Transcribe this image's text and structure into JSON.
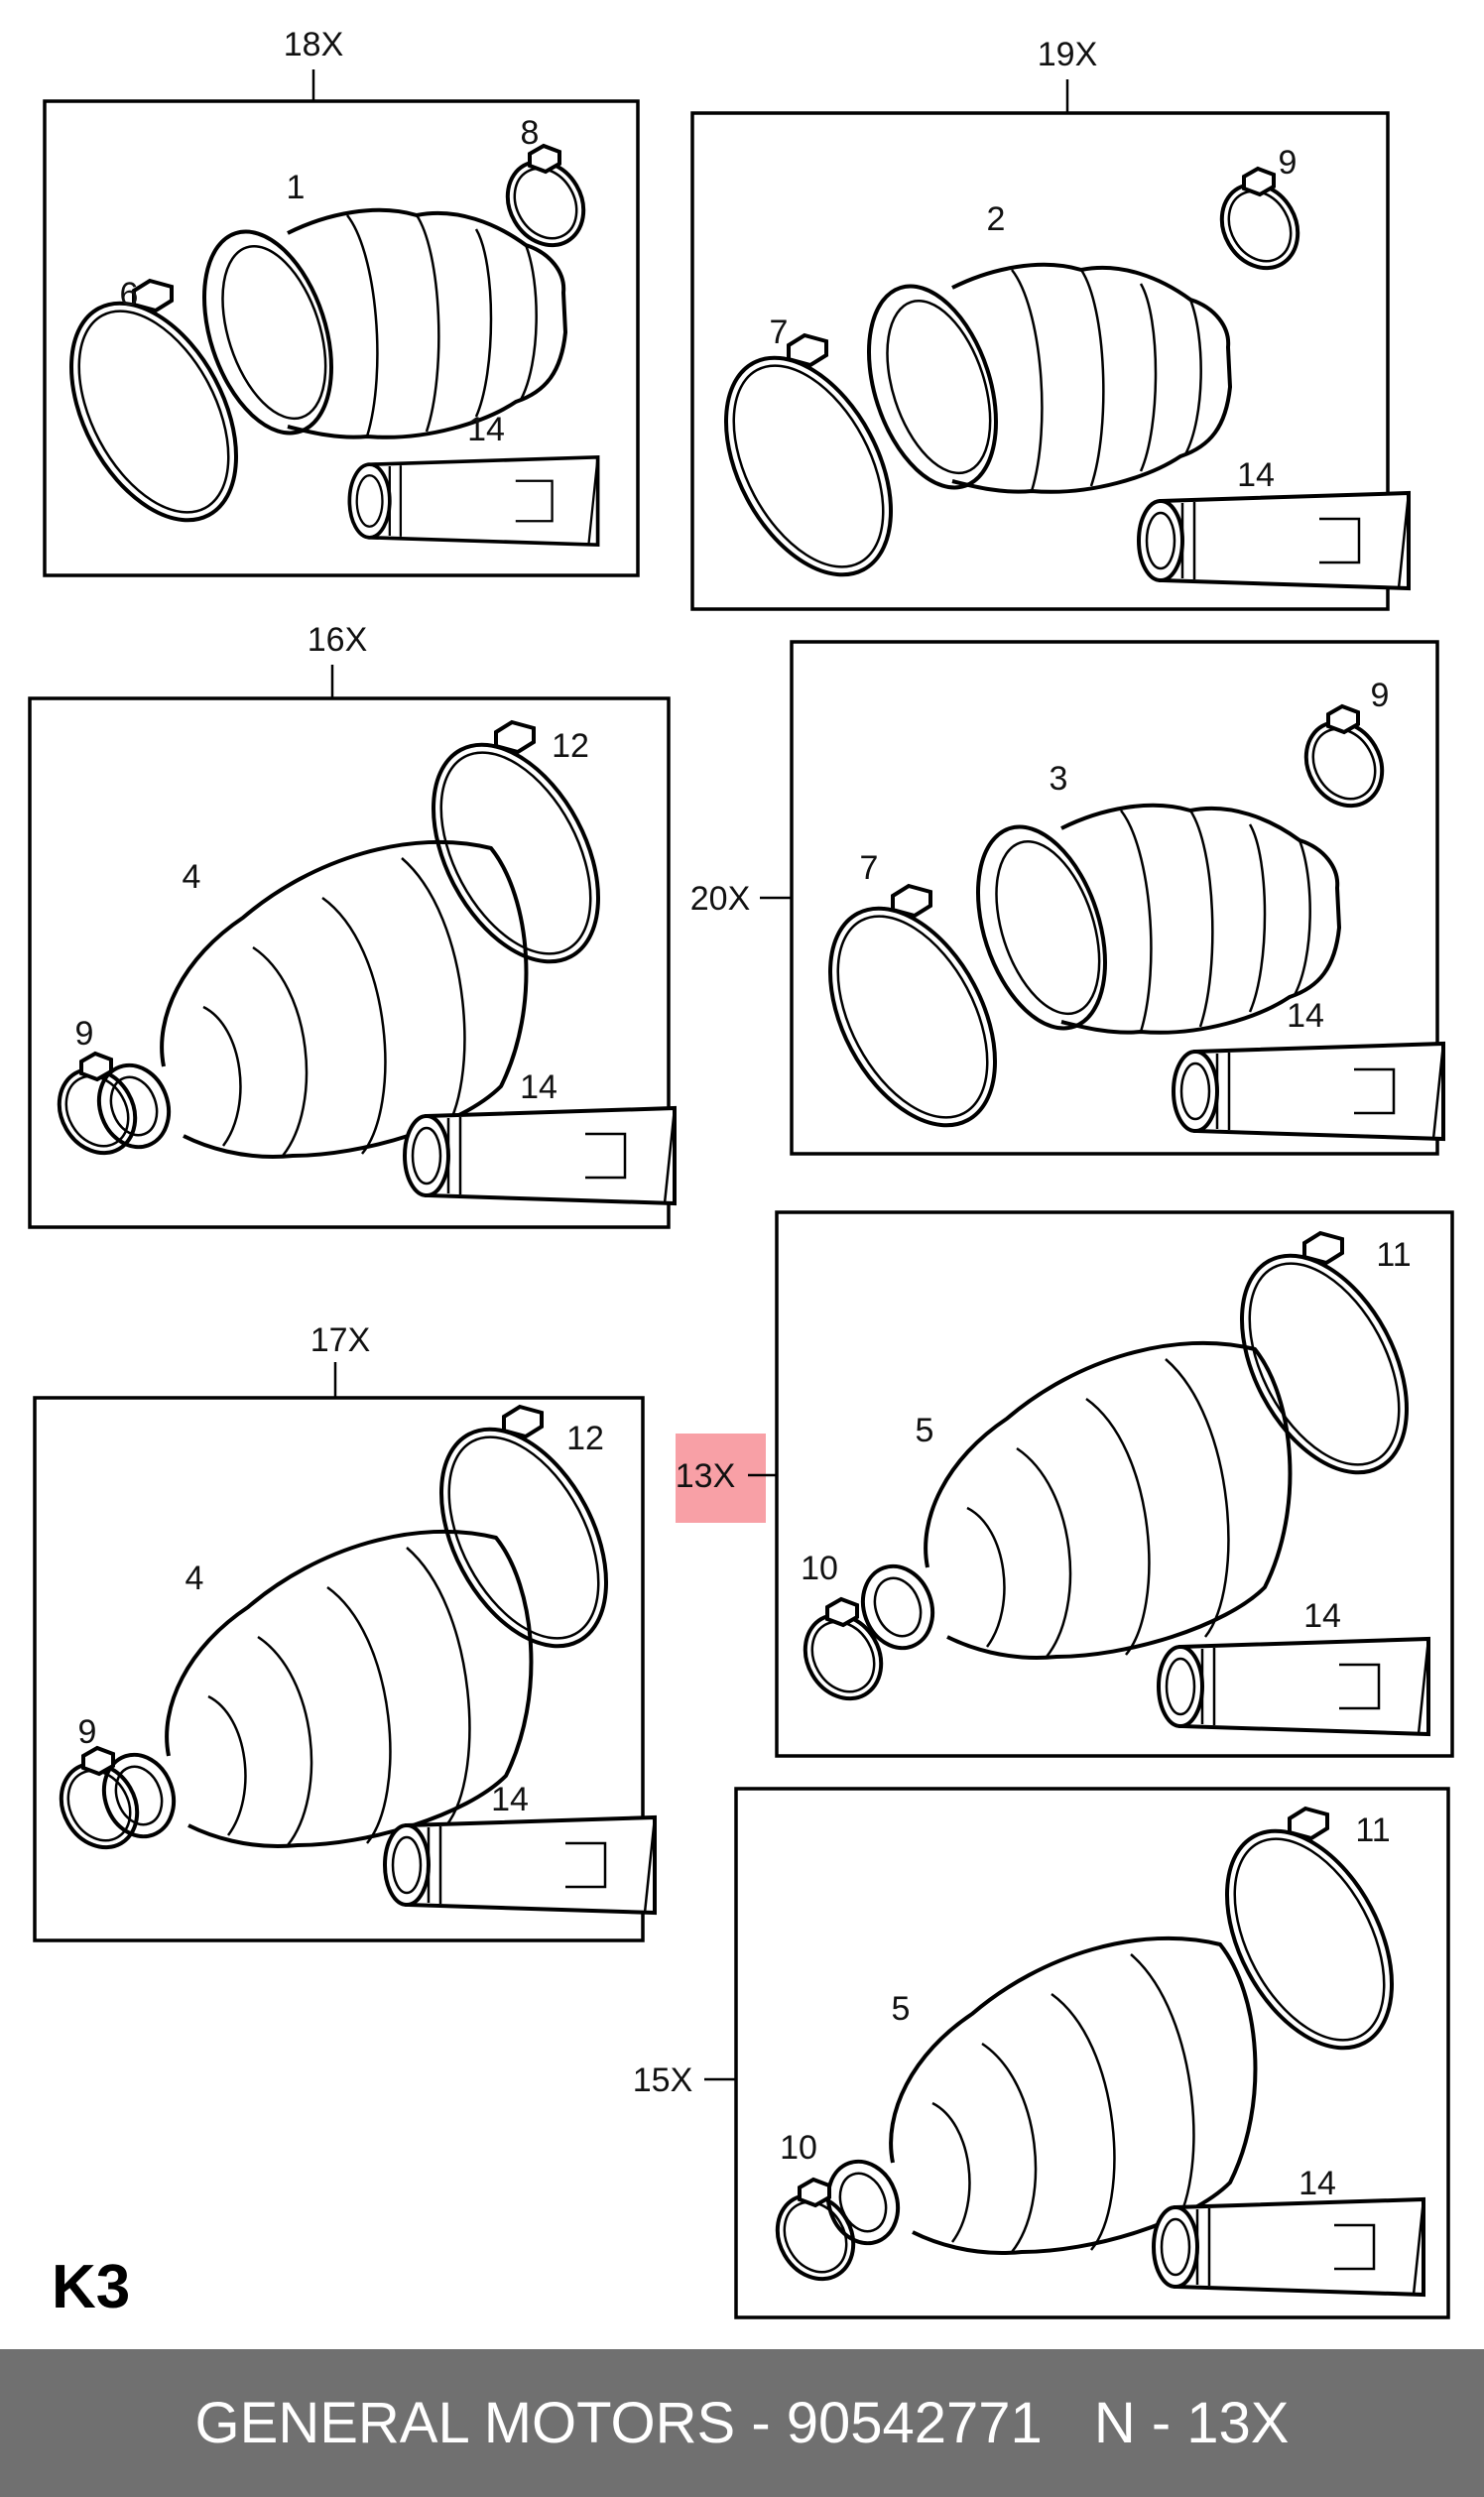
{
  "panels": [
    {
      "group": "18X",
      "parts": [
        "1",
        "8",
        "6",
        "14"
      ]
    },
    {
      "group": "19X",
      "parts": [
        "2",
        "9",
        "7",
        "14"
      ]
    },
    {
      "group": "16X",
      "parts": [
        "12",
        "4",
        "9",
        "14"
      ]
    },
    {
      "group": "20X",
      "parts": [
        "9",
        "3",
        "7",
        "14"
      ]
    },
    {
      "group": "13X",
      "parts": [
        "11",
        "5",
        "10",
        "14"
      ],
      "highlighted": true
    },
    {
      "group": "17X",
      "parts": [
        "12",
        "4",
        "9",
        "14"
      ]
    },
    {
      "group": "15X",
      "parts": [
        "11",
        "5",
        "10",
        "14"
      ]
    }
  ],
  "page_code": "K3",
  "footer": {
    "brand": "GENERAL MOTORS",
    "separator": " - ",
    "part_number": "90542771",
    "ref": "N - 13X"
  },
  "colors": {
    "highlight": "#f8a0a6",
    "footer_bg": "#707070",
    "footer_text": "#ffffff"
  }
}
